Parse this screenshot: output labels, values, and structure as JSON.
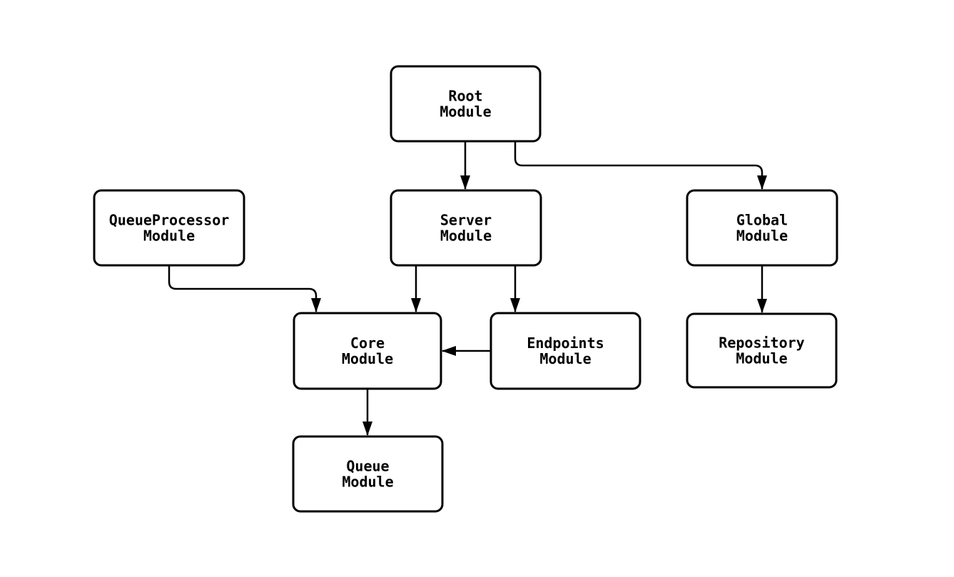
{
  "diagram": {
    "type": "flowchart",
    "background_color": "#ffffff",
    "node_fill_color": "#ffffff",
    "node_border_color": "#000000",
    "edge_color": "#000000",
    "text_color": "#000000",
    "nodes": {
      "root": {
        "line1": "Root",
        "line2": "Module"
      },
      "queueprocessor": {
        "line1": "QueueProcessor",
        "line2": "Module"
      },
      "server": {
        "line1": "Server",
        "line2": "Module"
      },
      "global": {
        "line1": "Global",
        "line2": "Module"
      },
      "core": {
        "line1": "Core",
        "line2": "Module"
      },
      "endpoints": {
        "line1": "Endpoints",
        "line2": "Module"
      },
      "repository": {
        "line1": "Repository",
        "line2": "Module"
      },
      "queue": {
        "line1": "Queue",
        "line2": "Module"
      }
    },
    "edges": [
      {
        "from": "Root Module",
        "to": "Server Module"
      },
      {
        "from": "Root Module",
        "to": "Global Module"
      },
      {
        "from": "QueueProcessor Module",
        "to": "Core Module"
      },
      {
        "from": "Server Module",
        "to": "Core Module"
      },
      {
        "from": "Server Module",
        "to": "Endpoints Module"
      },
      {
        "from": "Endpoints Module",
        "to": "Core Module"
      },
      {
        "from": "Core Module",
        "to": "Queue Module"
      },
      {
        "from": "Global Module",
        "to": "Repository Module"
      }
    ]
  }
}
